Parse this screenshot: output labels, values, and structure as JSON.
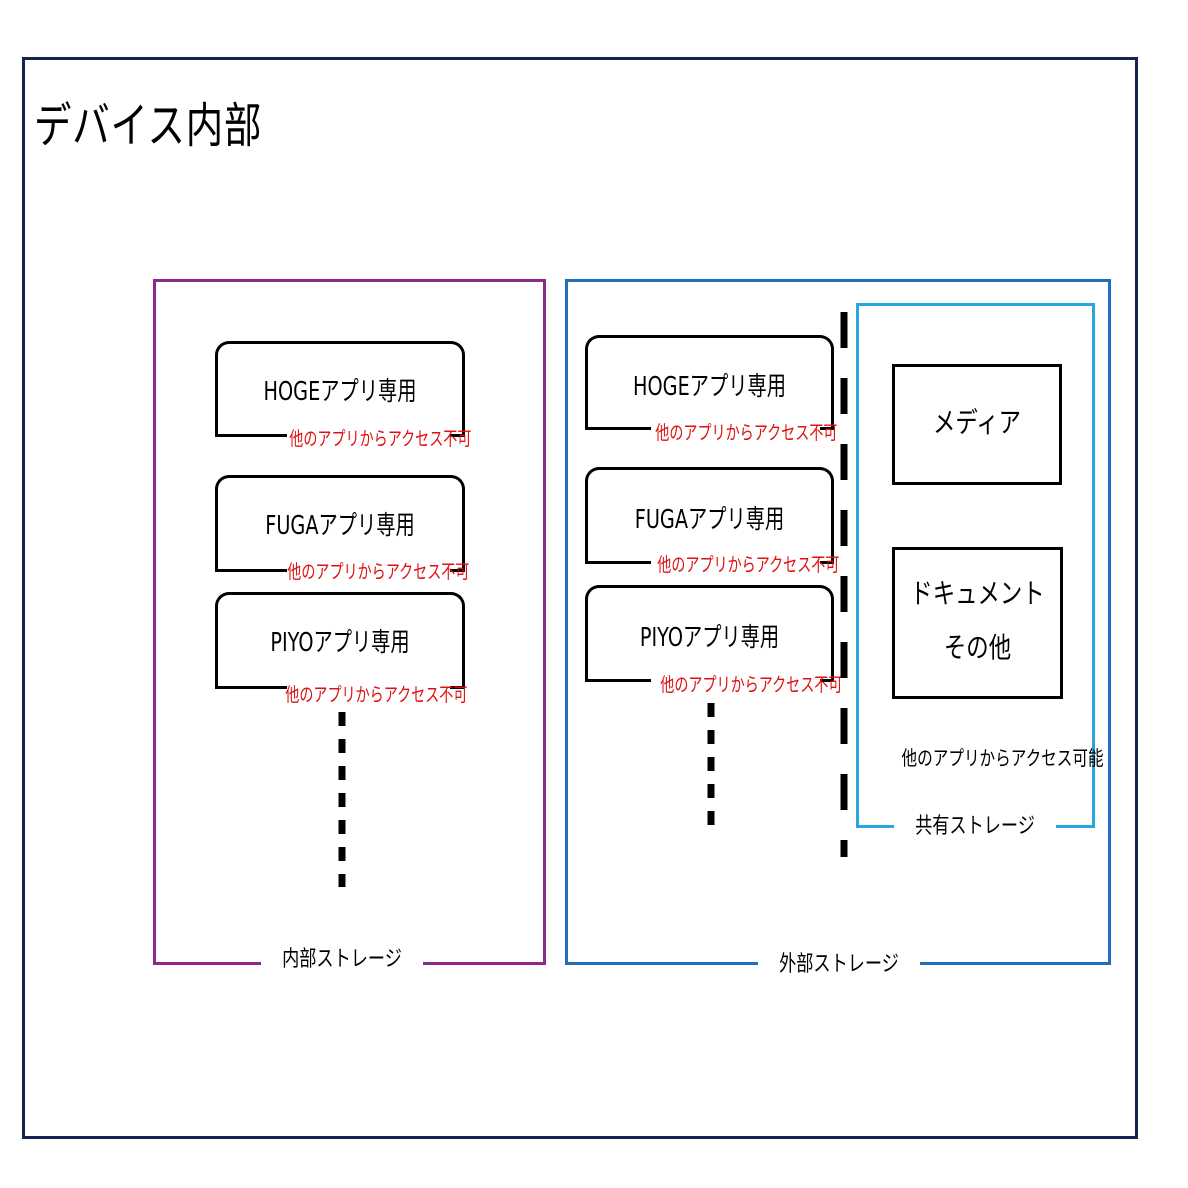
{
  "device": {
    "title": "デバイス内部"
  },
  "internal_storage": {
    "label": "内部ストレージ",
    "border_color": "#8c2a8c",
    "apps": [
      {
        "name": "HOGEアプリ専用",
        "note": "他のアプリからアクセス不可"
      },
      {
        "name": "FUGAアプリ専用",
        "note": "他のアプリからアクセス不可"
      },
      {
        "name": "PIYOアプリ専用",
        "note": "他のアプリからアクセス不可"
      }
    ]
  },
  "external_storage": {
    "label": "外部ストレージ",
    "border_color": "#1f6fbd",
    "apps": [
      {
        "name": "HOGEアプリ専用",
        "note": "他のアプリからアクセス不可"
      },
      {
        "name": "FUGAアプリ専用",
        "note": "他のアプリからアクセス不可"
      },
      {
        "name": "PIYOアプリ専用",
        "note": "他のアプリからアクセス不可"
      }
    ],
    "shared_storage": {
      "label": "共有ストレージ",
      "border_color": "#29a6e0",
      "boxes": [
        {
          "lines": [
            "メディア"
          ]
        },
        {
          "lines": [
            "ドキュメント",
            "その他"
          ]
        }
      ],
      "note": "他のアプリからアクセス可能"
    }
  },
  "colors": {
    "device_border": "#17234f",
    "note_red": "#e01010"
  }
}
